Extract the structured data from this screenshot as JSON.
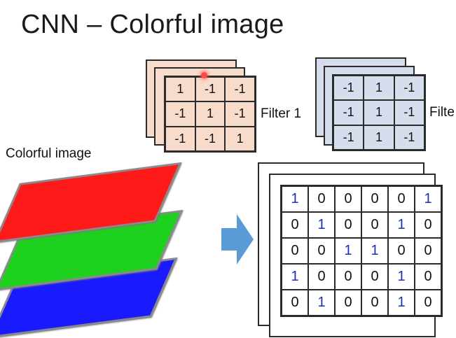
{
  "title": "CNN – Colorful image",
  "labels": {
    "colorful_image": "Colorful image",
    "filter1": "Filter 1",
    "filter2": "Filte"
  },
  "filter1": [
    [
      "1",
      "-1",
      "-1"
    ],
    [
      "-1",
      "1",
      "-1"
    ],
    [
      "-1",
      "-1",
      "1"
    ]
  ],
  "filter2": [
    [
      "-1",
      "1",
      "-1"
    ],
    [
      "-1",
      "1",
      "-1"
    ],
    [
      "-1",
      "1",
      "-1"
    ]
  ],
  "matrix": [
    [
      "1",
      "0",
      "0",
      "0",
      "0",
      "1"
    ],
    [
      "0",
      "1",
      "0",
      "0",
      "1",
      "0"
    ],
    [
      "0",
      "0",
      "1",
      "1",
      "0",
      "0"
    ],
    [
      "1",
      "0",
      "0",
      "0",
      "1",
      "0"
    ],
    [
      "0",
      "1",
      "0",
      "0",
      "1",
      "0"
    ]
  ],
  "colors": {
    "filter1_bg": "#f7dccb",
    "filter2_bg": "#d6deee",
    "one_digit": "#1c2fb0",
    "arrow": "#5b9bd5",
    "red_layer": "#ff1a1a",
    "green_layer": "#1fd11f",
    "blue_layer": "#1a1aff"
  }
}
